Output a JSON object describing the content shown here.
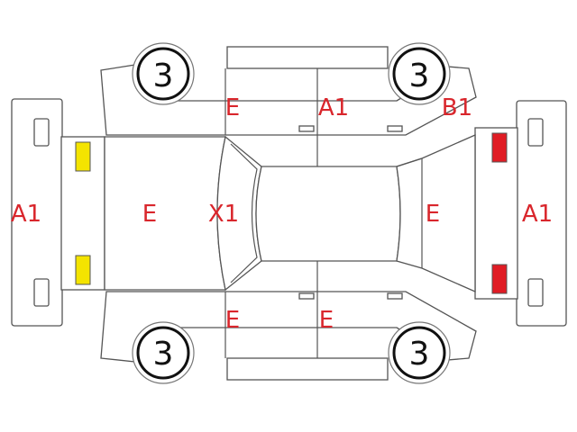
{
  "colors": {
    "mark_text": "#d9262c",
    "front_light": "#f4e400",
    "rear_light": "#e01c24",
    "outline": "#555555"
  },
  "labels": {
    "front_bumper": "A1",
    "hood": "E",
    "windshield": "X1",
    "front_left_fender": "E",
    "rear_left_door": "A1",
    "rear_left_quarter": "B1",
    "tailgate": "E",
    "rear_bumper": "A1",
    "front_right_fender": "E",
    "rear_right_door": "E"
  },
  "tires": {
    "front_left": "3",
    "rear_left": "3",
    "front_right": "3",
    "rear_right": "3"
  }
}
